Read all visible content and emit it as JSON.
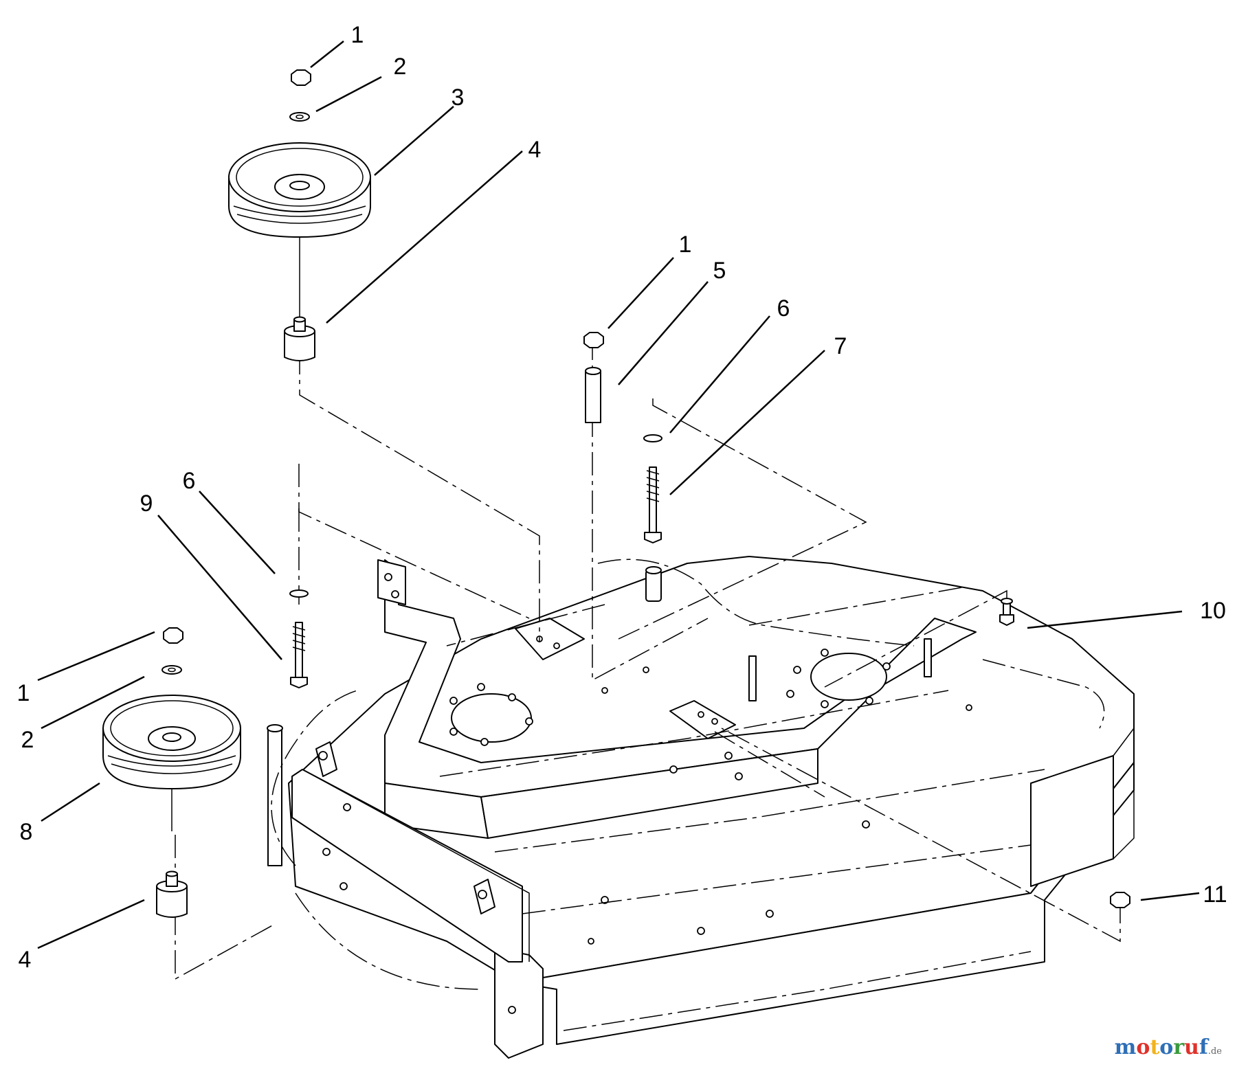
{
  "diagram": {
    "callouts": [
      "1",
      "2",
      "3",
      "4",
      "1",
      "5",
      "6",
      "7",
      "6",
      "9",
      "1",
      "2",
      "8",
      "4",
      "10",
      "11"
    ]
  },
  "watermark": {
    "letters": [
      "m",
      "o",
      "t",
      "o",
      "r",
      "u",
      "f"
    ],
    "colors": [
      "#2e6fb7",
      "#e0312b",
      "#f2b41c",
      "#2e6fb7",
      "#3a9a3d",
      "#e0312b",
      "#2e6fb7"
    ],
    "suffix": ".de"
  }
}
